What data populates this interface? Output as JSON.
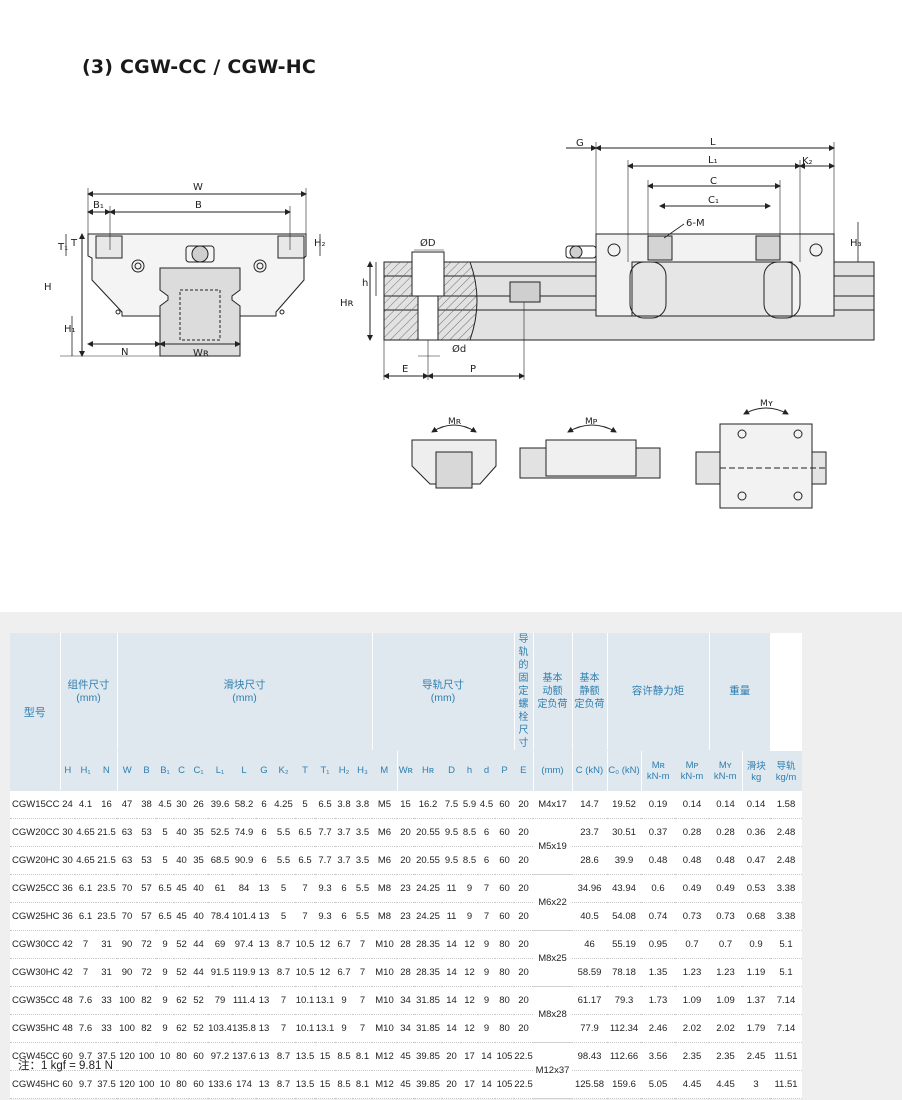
{
  "title": "(3) CGW-CC / CGW-HC",
  "drawing_labels": {
    "W": "W",
    "B1": "B₁",
    "B": "B",
    "T1": "T₁",
    "T": "T",
    "H2": "H₂",
    "H": "H",
    "H1": "H₁",
    "N": "N",
    "WR": "Wʀ",
    "phiD": "ØD",
    "h": "h",
    "HR": "Hʀ",
    "phid": "Ød",
    "E": "E",
    "P": "P",
    "G": "G",
    "L": "L",
    "L1": "L₁",
    "K2": "K₂",
    "C": "C",
    "C1": "C₁",
    "M6": "6-M",
    "H3": "H₃",
    "MR": "Mʀ",
    "MP": "Mᴘ",
    "MY": "Mʏ"
  },
  "table": {
    "header_groups": {
      "model": "型号",
      "assembly": "组件尺寸\n(mm)",
      "block": "滑块尺寸\n(mm)",
      "rail": "导轨尺寸\n(mm)",
      "bolt": "导轨的\n固定螺\n栓尺寸",
      "dynamic": "基本\n动额\n定负荷",
      "static": "基本\n静额\n定负荷",
      "moment": "容许静力矩",
      "weight": "重量"
    },
    "sub_headers": [
      "H",
      "H₁",
      "N",
      "W",
      "B",
      "B₁",
      "C",
      "C₁",
      "L₁",
      "L",
      "G",
      "K₂",
      "T",
      "T₁",
      "H₂",
      "H₃",
      "M",
      "Wʀ",
      "Hʀ",
      "D",
      "h",
      "d",
      "P",
      "E",
      "(mm)",
      "C (kN)",
      "C₀ (kN)",
      "Mʀ\nkN-m",
      "Mᴘ\nkN-m",
      "Mʏ\nkN-m",
      "滑块\nkg",
      "导轨\nkg/m"
    ],
    "rows": [
      {
        "model": "CGW15CC",
        "v": [
          "24",
          "4.1",
          "16",
          "47",
          "38",
          "4.5",
          "30",
          "26",
          "39.6",
          "58.2",
          "6",
          "4.25",
          "5",
          "6.5",
          "3.8",
          "3.8",
          "M5",
          "15",
          "16.2",
          "7.5",
          "5.9",
          "4.5",
          "60",
          "20"
        ],
        "bolt": "M4x17",
        "c": "14.7",
        "c0": "19.52",
        "mr": "0.19",
        "mp": "0.14",
        "my": "0.14",
        "wb": "0.14",
        "wr": "1.58"
      },
      {
        "model": "CGW20CC",
        "v": [
          "30",
          "4.65",
          "21.5",
          "63",
          "53",
          "5",
          "40",
          "35",
          "52.5",
          "74.9",
          "6",
          "5.5",
          "6.5",
          "7.7",
          "3.7",
          "3.5",
          "M6",
          "20",
          "20.55",
          "9.5",
          "8.5",
          "6",
          "60",
          "20"
        ],
        "bolt": "M5x19",
        "c": "23.7",
        "c0": "30.51",
        "mr": "0.37",
        "mp": "0.28",
        "my": "0.28",
        "wb": "0.36",
        "wr": "2.48"
      },
      {
        "model": "CGW20HC",
        "v": [
          "30",
          "4.65",
          "21.5",
          "63",
          "53",
          "5",
          "40",
          "35",
          "68.5",
          "90.9",
          "6",
          "5.5",
          "6.5",
          "7.7",
          "3.7",
          "3.5",
          "M6",
          "20",
          "20.55",
          "9.5",
          "8.5",
          "6",
          "60",
          "20"
        ],
        "bolt": "",
        "c": "28.6",
        "c0": "39.9",
        "mr": "0.48",
        "mp": "0.48",
        "my": "0.48",
        "wb": "0.47",
        "wr": "2.48"
      },
      {
        "model": "CGW25CC",
        "v": [
          "36",
          "6.1",
          "23.5",
          "70",
          "57",
          "6.5",
          "45",
          "40",
          "61",
          "84",
          "13",
          "5",
          "7",
          "9.3",
          "6",
          "5.5",
          "M8",
          "23",
          "24.25",
          "11",
          "9",
          "7",
          "60",
          "20"
        ],
        "bolt": "M6x22",
        "c": "34.96",
        "c0": "43.94",
        "mr": "0.6",
        "mp": "0.49",
        "my": "0.49",
        "wb": "0.53",
        "wr": "3.38"
      },
      {
        "model": "CGW25HC",
        "v": [
          "36",
          "6.1",
          "23.5",
          "70",
          "57",
          "6.5",
          "45",
          "40",
          "78.4",
          "101.4",
          "13",
          "5",
          "7",
          "9.3",
          "6",
          "5.5",
          "M8",
          "23",
          "24.25",
          "11",
          "9",
          "7",
          "60",
          "20"
        ],
        "bolt": "",
        "c": "40.5",
        "c0": "54.08",
        "mr": "0.74",
        "mp": "0.73",
        "my": "0.73",
        "wb": "0.68",
        "wr": "3.38"
      },
      {
        "model": "CGW30CC",
        "v": [
          "42",
          "7",
          "31",
          "90",
          "72",
          "9",
          "52",
          "44",
          "69",
          "97.4",
          "13",
          "8.7",
          "10.5",
          "12",
          "6.7",
          "7",
          "M10",
          "28",
          "28.35",
          "14",
          "12",
          "9",
          "80",
          "20"
        ],
        "bolt": "M8x25",
        "c": "46",
        "c0": "55.19",
        "mr": "0.95",
        "mp": "0.7",
        "my": "0.7",
        "wb": "0.9",
        "wr": "5.1"
      },
      {
        "model": "CGW30HC",
        "v": [
          "42",
          "7",
          "31",
          "90",
          "72",
          "9",
          "52",
          "44",
          "91.5",
          "119.9",
          "13",
          "8.7",
          "10.5",
          "12",
          "6.7",
          "7",
          "M10",
          "28",
          "28.35",
          "14",
          "12",
          "9",
          "80",
          "20"
        ],
        "bolt": "",
        "c": "58.59",
        "c0": "78.18",
        "mr": "1.35",
        "mp": "1.23",
        "my": "1.23",
        "wb": "1.19",
        "wr": "5.1"
      },
      {
        "model": "CGW35CC",
        "v": [
          "48",
          "7.6",
          "33",
          "100",
          "82",
          "9",
          "62",
          "52",
          "79",
          "111.4",
          "13",
          "7",
          "10.1",
          "13.1",
          "9",
          "7",
          "M10",
          "34",
          "31.85",
          "14",
          "12",
          "9",
          "80",
          "20"
        ],
        "bolt": "M8x28",
        "c": "61.17",
        "c0": "79.3",
        "mr": "1.73",
        "mp": "1.09",
        "my": "1.09",
        "wb": "1.37",
        "wr": "7.14"
      },
      {
        "model": "CGW35HC",
        "v": [
          "48",
          "7.6",
          "33",
          "100",
          "82",
          "9",
          "62",
          "52",
          "103.4",
          "135.8",
          "13",
          "7",
          "10.1",
          "13.1",
          "9",
          "7",
          "M10",
          "34",
          "31.85",
          "14",
          "12",
          "9",
          "80",
          "20"
        ],
        "bolt": "",
        "c": "77.9",
        "c0": "112.34",
        "mr": "2.46",
        "mp": "2.02",
        "my": "2.02",
        "wb": "1.79",
        "wr": "7.14"
      },
      {
        "model": "CGW45CC",
        "v": [
          "60",
          "9.7",
          "37.5",
          "120",
          "100",
          "10",
          "80",
          "60",
          "97.2",
          "137.6",
          "13",
          "8.7",
          "13.5",
          "15",
          "8.5",
          "8.1",
          "M12",
          "45",
          "39.85",
          "20",
          "17",
          "14",
          "105",
          "22.5"
        ],
        "bolt": "M12x37",
        "c": "98.43",
        "c0": "112.66",
        "mr": "3.56",
        "mp": "2.35",
        "my": "2.35",
        "wb": "2.45",
        "wr": "11.51"
      },
      {
        "model": "CGW45HC",
        "v": [
          "60",
          "9.7",
          "37.5",
          "120",
          "100",
          "10",
          "80",
          "60",
          "133.6",
          "174",
          "13",
          "8.7",
          "13.5",
          "15",
          "8.5",
          "8.1",
          "M12",
          "45",
          "39.85",
          "20",
          "17",
          "14",
          "105",
          "22.5"
        ],
        "bolt": "",
        "c": "125.58",
        "c0": "159.6",
        "mr": "5.05",
        "mp": "4.45",
        "my": "4.45",
        "wb": "3",
        "wr": "11.51"
      }
    ]
  },
  "note": "注：1 kgf = 9.81 N"
}
